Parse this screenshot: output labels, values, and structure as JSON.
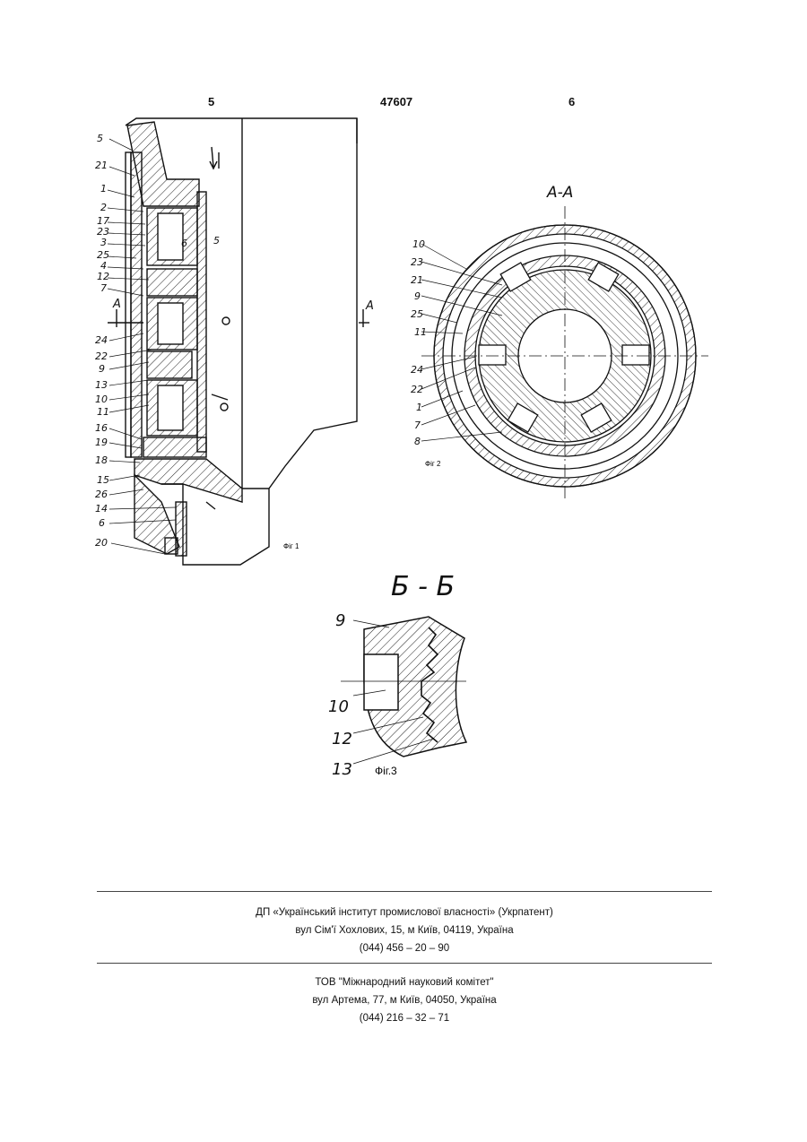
{
  "header": {
    "left_page": "5",
    "patent_number": "47607",
    "right_page": "6"
  },
  "fig1": {
    "caption": "Фіг 1",
    "section_marker": "А",
    "labels": [
      "5",
      "21",
      "1",
      "2",
      "17",
      "23",
      "3",
      "25",
      "4",
      "12",
      "7",
      "24",
      "22",
      "9",
      "13",
      "10",
      "11",
      "16",
      "19",
      "18",
      "15",
      "26",
      "14",
      "6",
      "20"
    ],
    "inner_labels": [
      "6",
      "5"
    ]
  },
  "fig2": {
    "title": "А-А",
    "caption": "Фіг 2",
    "labels": [
      "10",
      "23",
      "21",
      "9",
      "25",
      "11",
      "24",
      "22",
      "1",
      "7",
      "8"
    ]
  },
  "fig3": {
    "title": "Б - Б",
    "caption": "Фіг.3",
    "labels": [
      "9",
      "10",
      "12",
      "13"
    ]
  },
  "footer": {
    "org1": {
      "name": "ДП «Український інститут промислової власності» (Укрпатент)",
      "address": "вул  Сім'ї Хохлових, 15, м  Київ, 04119, Україна",
      "phone": "(044) 456 – 20 –  90"
    },
    "org2": {
      "name": "ТОВ \"Міжнародний науковий комітет\"",
      "address": "вул  Артема, 77, м  Київ, 04050, Україна",
      "phone": "(044) 216 – 32 – 71"
    }
  }
}
